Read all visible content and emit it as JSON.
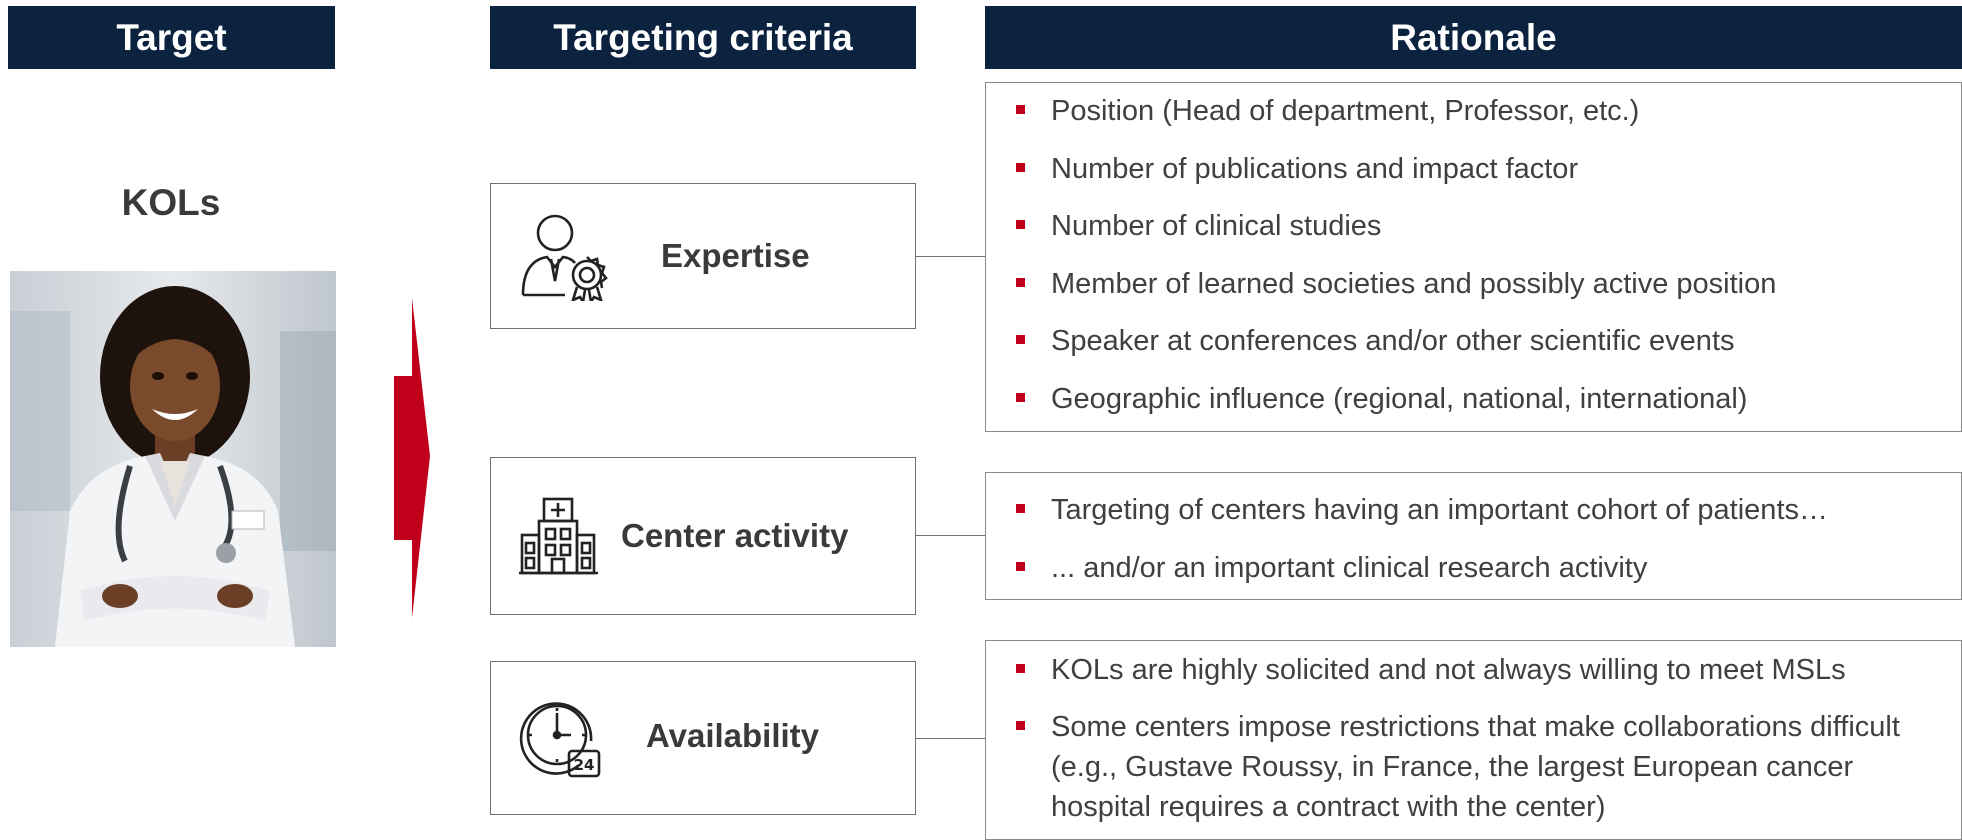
{
  "headers": {
    "target": "Target",
    "criteria": "Targeting criteria",
    "rationale": "Rationale"
  },
  "target": {
    "label": "KOLs",
    "photo_icon": "doctor-photo"
  },
  "colors": {
    "header_bg": "#0c2340",
    "accent_red": "#c0001a",
    "border": "#707070"
  },
  "criteria": [
    {
      "label": "Expertise",
      "icon": "expert-award-icon",
      "rationale": [
        "Position (Head of department, Professor, etc.)",
        "Number of publications and impact factor",
        "Number of clinical studies",
        "Member of learned societies and possibly active position",
        "Speaker at conferences and/or other scientific events",
        "Geographic influence (regional, national, international)"
      ]
    },
    {
      "label": "Center activity",
      "icon": "hospital-icon",
      "rationale": [
        "Targeting of centers having an important cohort of patients…",
        "... and/or an important clinical research activity"
      ]
    },
    {
      "label": "Availability",
      "icon": "clock-24-icon",
      "rationale": [
        "KOLs are highly solicited and not always willing to meet MSLs",
        "Some centers impose restrictions that make collaborations difficult (e.g., Gustave Roussy, in France, the largest European cancer hospital requires a contract with the center)"
      ]
    }
  ]
}
